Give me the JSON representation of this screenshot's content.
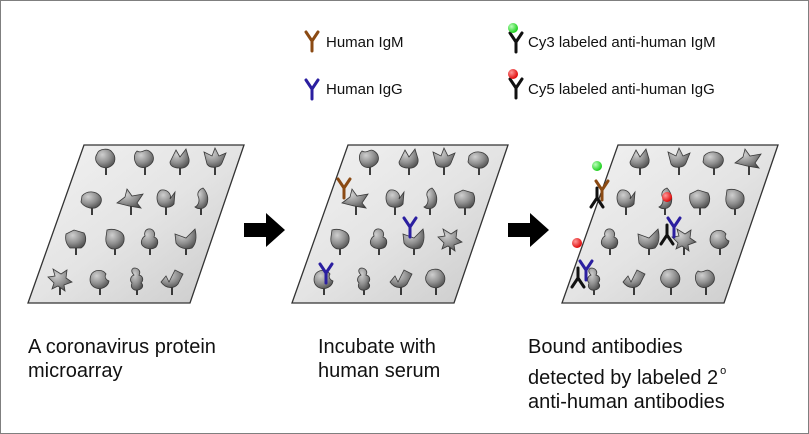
{
  "legend": {
    "igm": "Human IgM",
    "igg": "Human IgG",
    "cy3": "Cy3 labeled  anti-human  IgM",
    "cy5": "Cy5 labeled  anti-human  IgG"
  },
  "captions": {
    "step1_line1": "A coronavirus protein",
    "step1_line2": "microarray",
    "step2_line1": "Incubate with",
    "step2_line2": "human serum",
    "step3_line1": "Bound antibodies",
    "step3_line2": "detected by labeled 2",
    "step3_sup": "o",
    "step3_line3": "anti-human antibodies"
  },
  "colors": {
    "igm": "#8b4a13",
    "igg": "#2b1fa0",
    "cy3": "#22ee22",
    "cy5": "#ee1111",
    "secondary": "#111111",
    "slide_fill": "#dcdcdc",
    "arrow": "#000000"
  }
}
